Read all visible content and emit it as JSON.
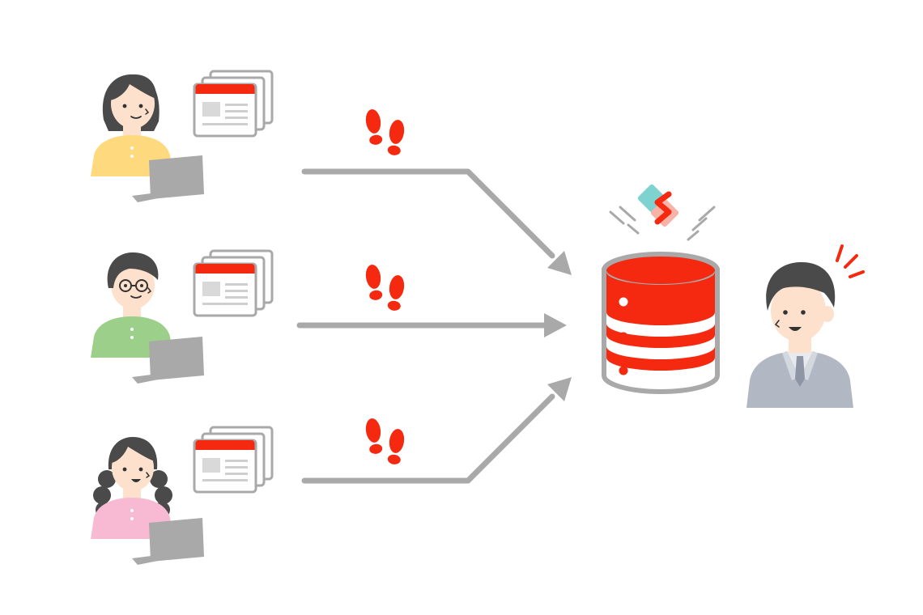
{
  "diagram": {
    "users": [
      {
        "shirt": "yellow",
        "hair": "bob",
        "glasses": false
      },
      {
        "shirt": "green",
        "hair": "short",
        "glasses": true
      },
      {
        "shirt": "pink",
        "hair": "curly",
        "glasses": false
      }
    ],
    "icons": {
      "user": "person-with-laptop-icon",
      "page": "web-page-stack-icon",
      "footprints": "footprints-icon",
      "database": "database-icon",
      "logo": "s-logo-icon",
      "analyst": "businessman-icon"
    },
    "colors": {
      "accent": "#f4290f",
      "arrow": "#a9a9a9",
      "logo_teal": "#7ed3d1",
      "logo_pink": "#f7b3a8",
      "yellow_shirt": "#ffd97d",
      "green_shirt": "#9ccf8a",
      "pink_shirt": "#f8b9d3",
      "suit": "#b2b8c3",
      "hair": "#4a4a4a",
      "skin": "#fde1cc"
    }
  }
}
